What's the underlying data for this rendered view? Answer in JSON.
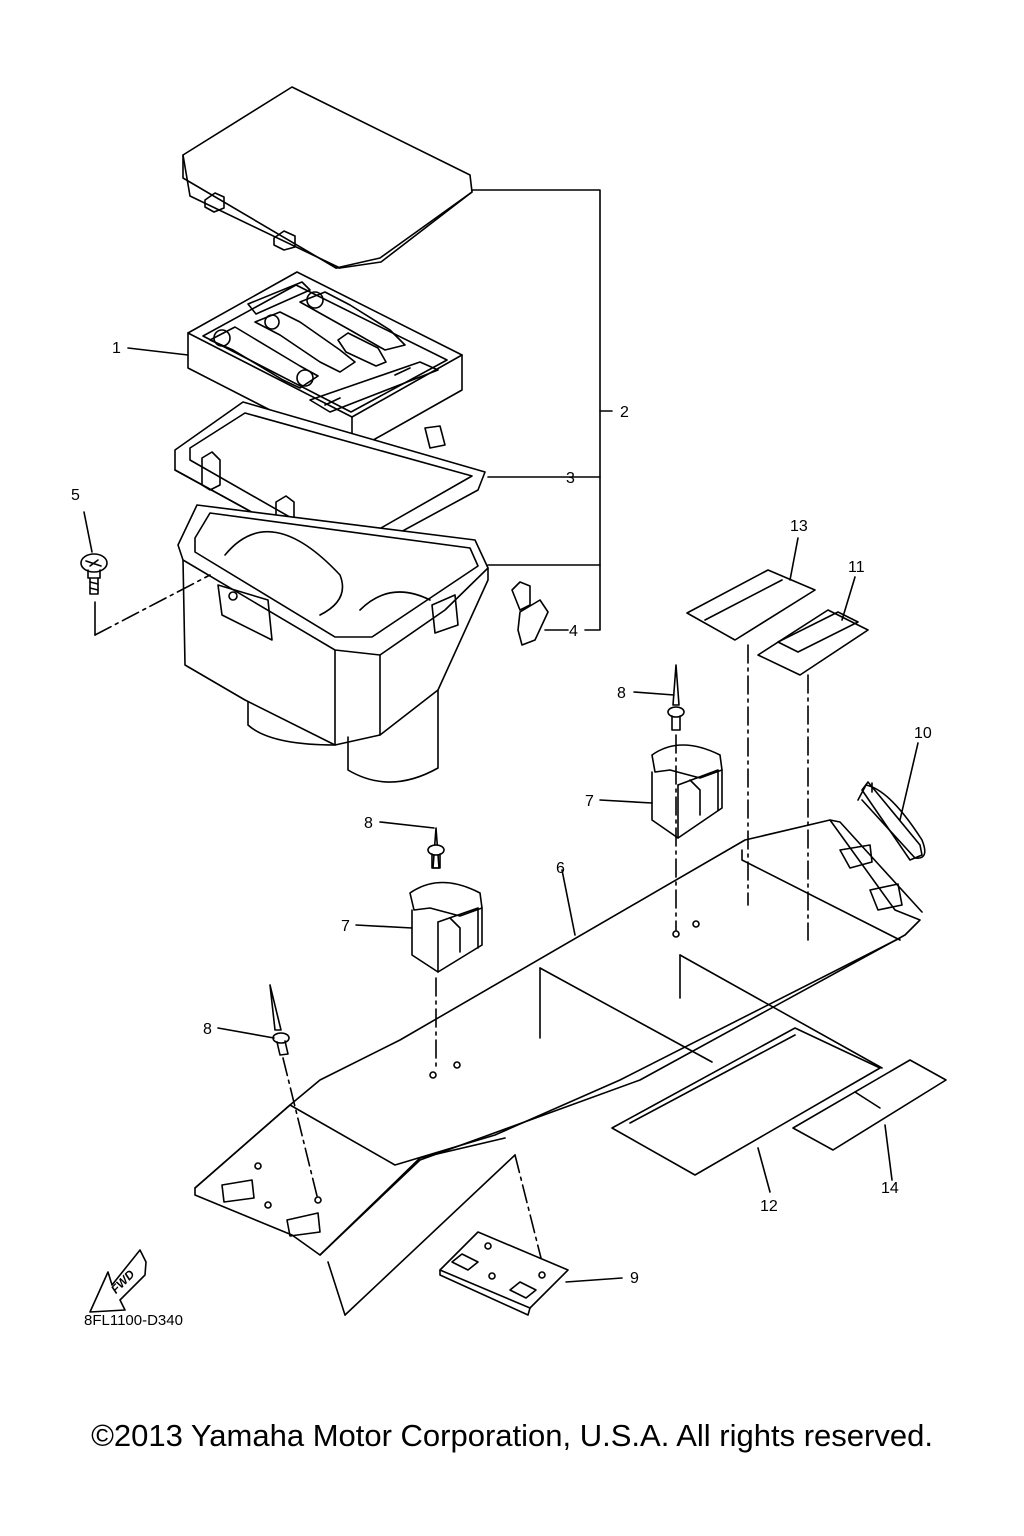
{
  "diagram": {
    "drawing_code": "8FL1100-D340",
    "fwd_label": "FWD",
    "callouts": {
      "c1": "1",
      "c2": "2",
      "c3": "3",
      "c4": "4",
      "c5": "5",
      "c6": "6",
      "c7a": "7",
      "c7b": "7",
      "c8a": "8",
      "c8b": "8",
      "c8c": "8",
      "c9": "9",
      "c10": "10",
      "c11": "11",
      "c12": "12",
      "c13": "13",
      "c14": "14"
    }
  },
  "footer": {
    "copyright": "©2013 Yamaha Motor Corporation, U.S.A. All rights reserved."
  }
}
